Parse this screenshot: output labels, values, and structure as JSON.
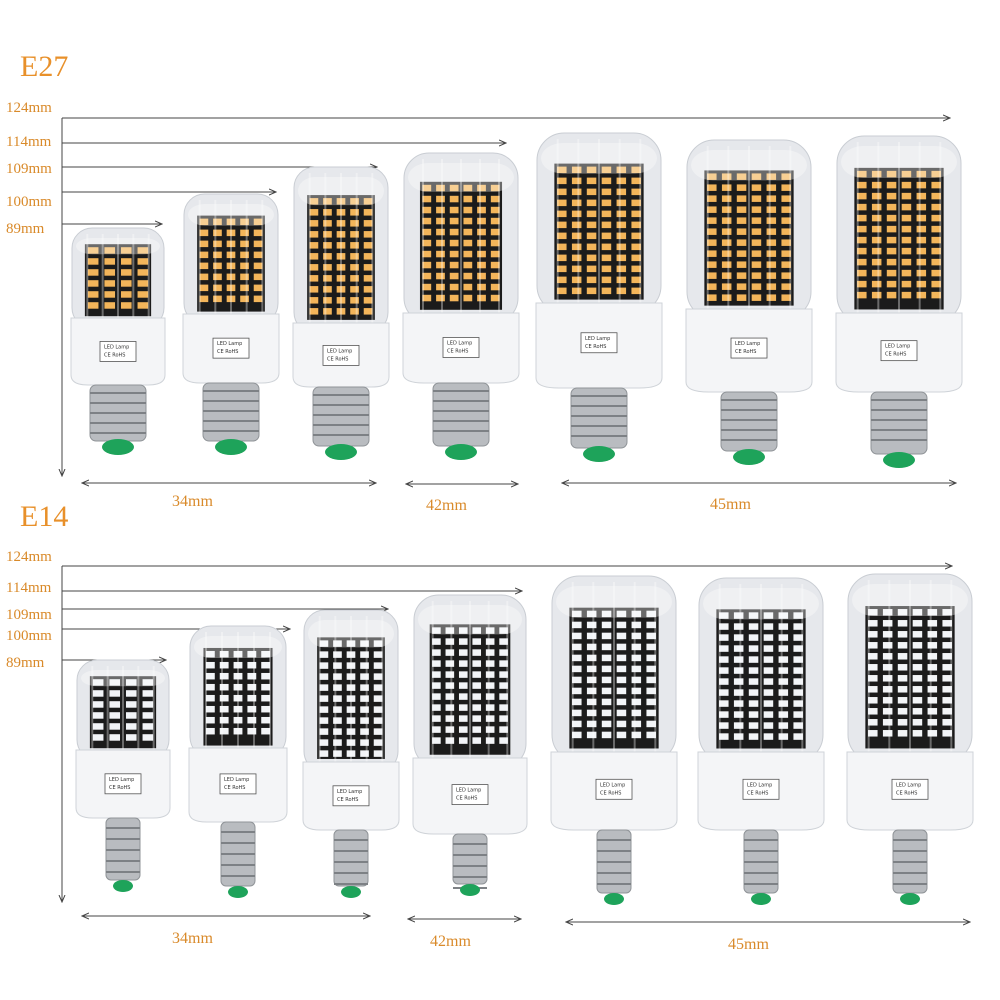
{
  "sections": [
    {
      "title": "E27",
      "heights": [
        "124mm",
        "114mm",
        "109mm",
        "100mm",
        "89mm"
      ],
      "widths": [
        "34mm",
        "42mm",
        "45mm"
      ],
      "led_color": "#f3b55a",
      "base": "screw-e27"
    },
    {
      "title": "E14",
      "heights": [
        "124mm",
        "114mm",
        "109mm",
        "100mm",
        "89mm"
      ],
      "widths": [
        "34mm",
        "42mm",
        "45mm"
      ],
      "led_color": "#f2f4f7",
      "base": "screw-e14"
    }
  ],
  "stamp": {
    "line1": "LED Lamp",
    "line2": "CE",
    "line3": "RoHS"
  },
  "colors": {
    "label": "#d98a2a",
    "title": "#e8902a",
    "arrow": "#444444",
    "board": "#1a1a1a",
    "cap": "#e9ecef",
    "socket_tip": "#1ea35a"
  }
}
